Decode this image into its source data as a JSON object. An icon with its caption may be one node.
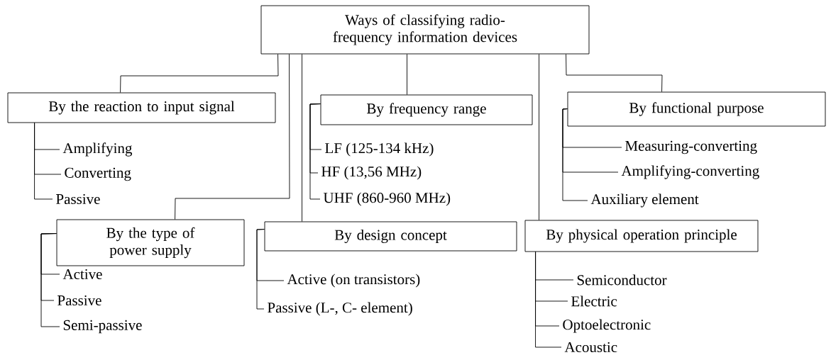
{
  "diagram": {
    "nodes": [
      {
        "text": [
          "Ways of classifying radio-frequency information devices"
        ]
      },
      {
        "text": [
          "By the reaction to input signal"
        ]
      },
      {
        "text": [
          "Amplifying"
        ]
      },
      {
        "text": [
          "Converting"
        ]
      },
      {
        "text": [
          "Passive"
        ]
      },
      {
        "text": [
          "By frequency range"
        ]
      },
      {
        "text": [
          "LF (125-134 kHz)"
        ]
      },
      {
        "text": [
          "HF (13,56 MHz)"
        ]
      },
      {
        "text": [
          "UHF (860-960 MHz)"
        ]
      },
      {
        "text": [
          "By functional purpose"
        ]
      },
      {
        "text": [
          "Measuring-converting"
        ]
      },
      {
        "text": [
          "Amplifying-converting"
        ]
      },
      {
        "text": [
          "Auxiliary element"
        ]
      },
      {
        "text": [
          "By the type of power supply"
        ]
      },
      {
        "text": [
          "Active"
        ]
      },
      {
        "text": [
          "Passive"
        ]
      },
      {
        "text": [
          "Semi-passive"
        ]
      },
      {
        "text": [
          "By design concept"
        ]
      },
      {
        "text": [
          "Active (on transistors)"
        ]
      },
      {
        "text": [
          "Passive (L-, C- element)"
        ]
      },
      {
        "text": [
          "By physical operation principle"
        ]
      },
      {
        "text": [
          "Semiconductor"
        ]
      },
      {
        "text": [
          "Electric"
        ]
      },
      {
        "text": [
          "Optoelectronic"
        ]
      },
      {
        "text": [
          "Acoustic"
        ]
      }
    ],
    "edges": [
      {
        "from": 0,
        "to": 1,
        "arrow": "none"
      },
      {
        "from": 0,
        "to": 5,
        "arrow": "none"
      },
      {
        "from": 0,
        "to": 9,
        "arrow": "none"
      },
      {
        "from": 0,
        "to": 13,
        "arrow": "none"
      },
      {
        "from": 0,
        "to": 17,
        "arrow": "none"
      },
      {
        "from": 0,
        "to": 20,
        "arrow": "none"
      },
      {
        "from": 1,
        "to": 2,
        "arrow": "none"
      },
      {
        "from": 1,
        "to": 3,
        "arrow": "none"
      },
      {
        "from": 1,
        "to": 4,
        "arrow": "none"
      },
      {
        "from": 5,
        "to": 6,
        "arrow": "none"
      },
      {
        "from": 5,
        "to": 7,
        "arrow": "none"
      },
      {
        "from": 5,
        "to": 8,
        "arrow": "none"
      },
      {
        "from": 9,
        "to": 10,
        "arrow": "none"
      },
      {
        "from": 9,
        "to": 11,
        "arrow": "none"
      },
      {
        "from": 9,
        "to": 12,
        "arrow": "none"
      },
      {
        "from": 13,
        "to": 14,
        "arrow": "none"
      },
      {
        "from": 13,
        "to": 15,
        "arrow": "none"
      },
      {
        "from": 13,
        "to": 16,
        "arrow": "none"
      },
      {
        "from": 17,
        "to": 18,
        "arrow": "none"
      },
      {
        "from": 17,
        "to": 19,
        "arrow": "none"
      },
      {
        "from": 20,
        "to": 21,
        "arrow": "none"
      },
      {
        "from": 20,
        "to": 22,
        "arrow": "none"
      },
      {
        "from": 20,
        "to": 23,
        "arrow": "none"
      },
      {
        "from": 20,
        "to": 24,
        "arrow": "none"
      }
    ]
  }
}
